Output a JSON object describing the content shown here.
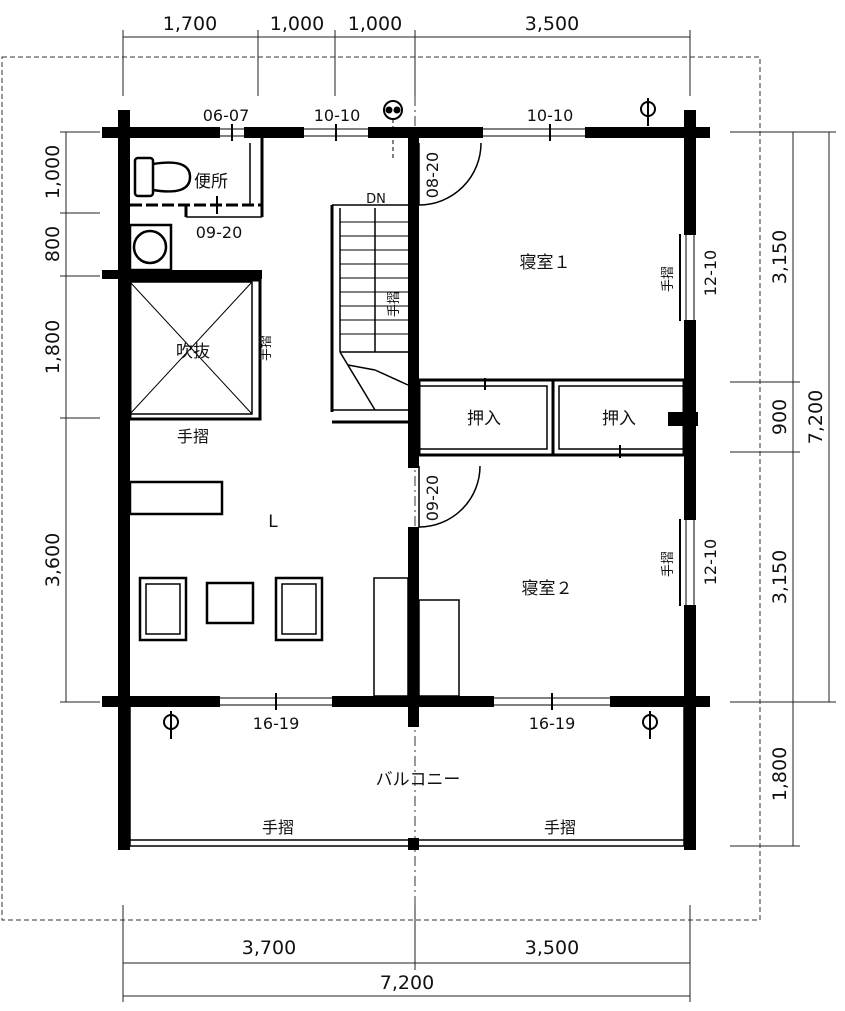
{
  "top_dims": [
    "1,700",
    "1,000",
    "1,000",
    "3,500"
  ],
  "bottom_dims": [
    "3,700",
    "3,500"
  ],
  "bottom_total": "7,200",
  "left_dims": [
    "1,000",
    "800",
    "1,800",
    "3,600"
  ],
  "right_dims": [
    "3,150",
    "900",
    "3,150",
    "1,800"
  ],
  "right_total": "7,200",
  "windows": {
    "w1": "06-07",
    "w2": "10-10",
    "w3": "10-10",
    "bedroom1_side": "12-10",
    "bedroom2_side": "12-10",
    "bottom_left": "16-19",
    "bottom_right": "16-19"
  },
  "doors": {
    "toilet": "09-20",
    "bedroom1": "08-20",
    "bedroom2": "09-20"
  },
  "rooms": {
    "toilet": "便所",
    "stair": "DN",
    "atrium": "吹抜",
    "living": "L",
    "bedroom1": "寝室１",
    "bedroom2": "寝室２",
    "closet1": "押入",
    "closet2": "押入",
    "balcony": "バルコニー"
  },
  "handrails": {
    "stair": "手摺",
    "atrium_side": "手摺",
    "atrium_bottom": "手摺",
    "bedroom1": "手摺",
    "bedroom2": "手摺",
    "balcony_left": "手摺",
    "balcony_right": "手摺"
  }
}
